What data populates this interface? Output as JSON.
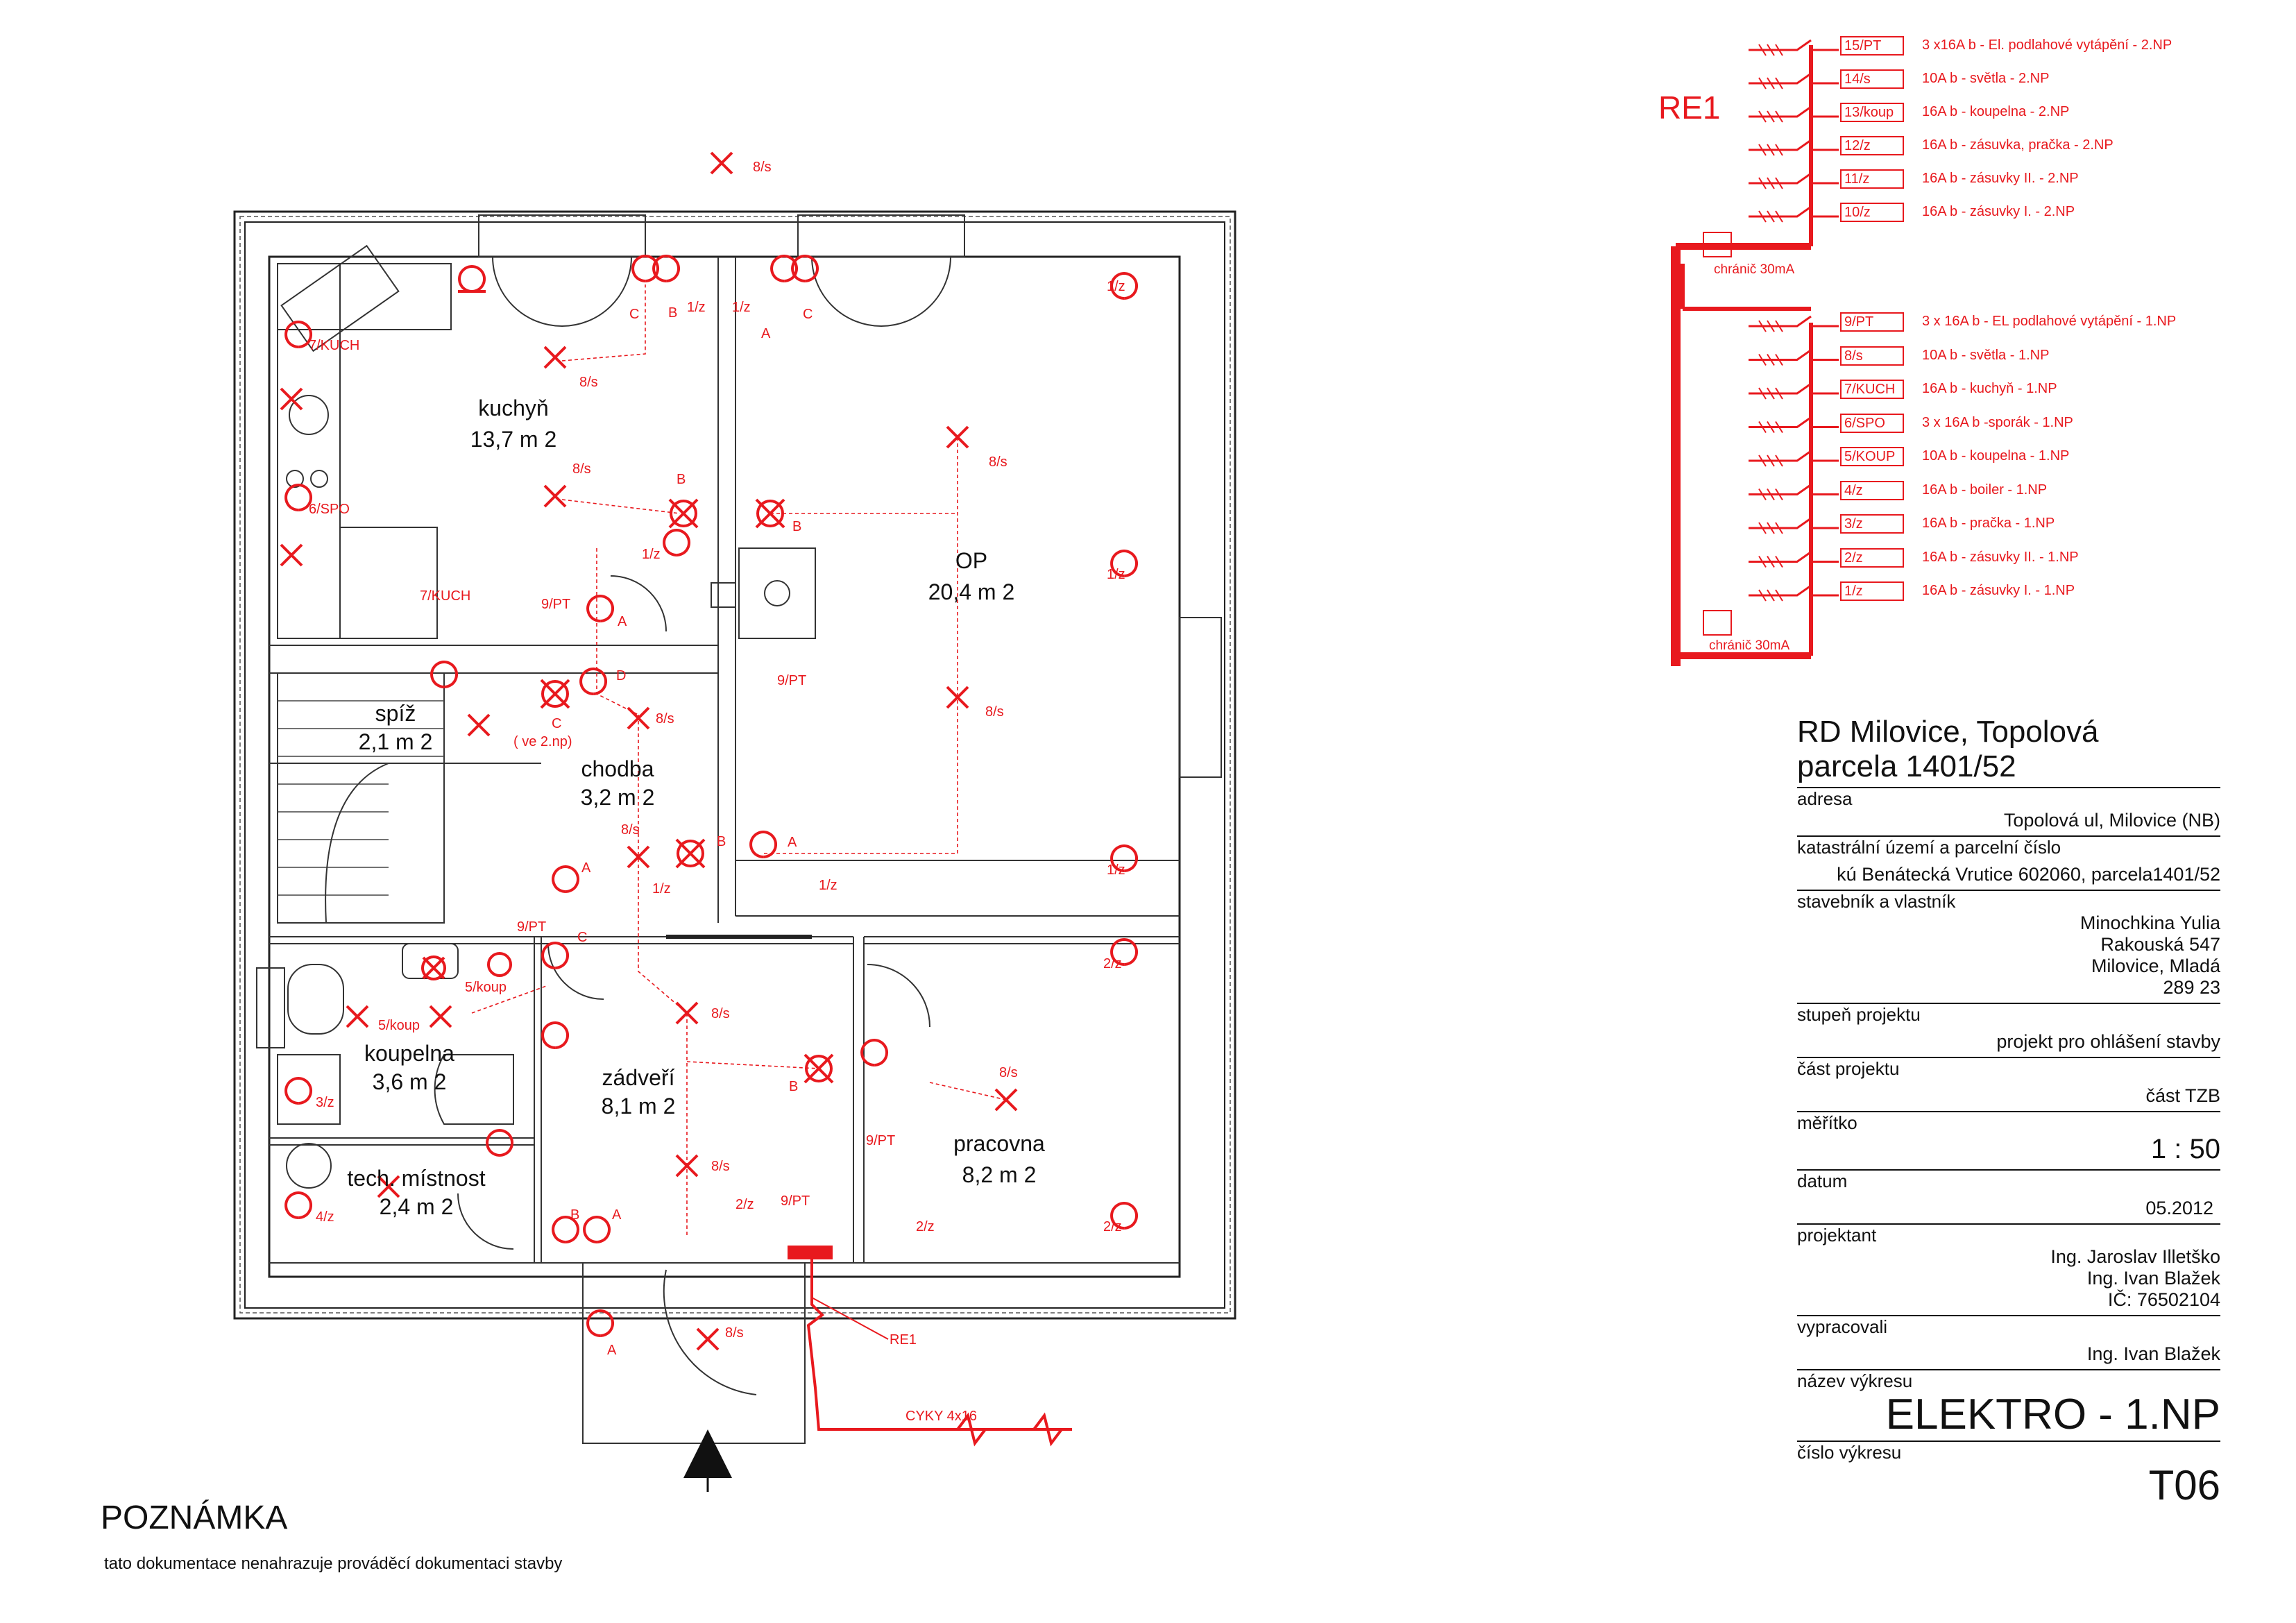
{
  "rooms": [
    {
      "id": "kuchyn",
      "name": "kuchyň",
      "area": "13,7  m 2"
    },
    {
      "id": "op",
      "name": "OP",
      "area": "20,4  m 2"
    },
    {
      "id": "spiz",
      "name": "spíž",
      "area": "2,1 m 2"
    },
    {
      "id": "chodba",
      "name": "chodba",
      "area": "3,2  m 2"
    },
    {
      "id": "koupelna",
      "name": "koupelna",
      "area": "3,6  m 2"
    },
    {
      "id": "zadveri",
      "name": "zádveří",
      "area": "8,1  m 2"
    },
    {
      "id": "tech",
      "name": "tech. místnost",
      "area": "2,4  m 2"
    },
    {
      "id": "pracovna",
      "name": "pracovna",
      "area": "8,2  m 2"
    }
  ],
  "plan_labels": {
    "l8s": "8/s",
    "l1z": "1/z",
    "l2z": "2/z",
    "l3z": "3/z",
    "l4z": "4/z",
    "l7kuch": "7/KUCH",
    "l6spo": "6/SPO",
    "l9pt": "9/PT",
    "l5koup": "5/koup",
    "A": "A",
    "B": "B",
    "C": "C",
    "D": "D",
    "ve2np": "( ve 2.np)",
    "re1": "RE1",
    "cyky": "CYKY 4x16"
  },
  "distribution_board": {
    "title": "RE1",
    "rcd_label": "chránič 30mA",
    "upper": [
      {
        "code": "15/PT",
        "desc": "3 x16A b - El. podlahové vytápění - 2.NP"
      },
      {
        "code": "14/s",
        "desc": "10A b - světla - 2.NP"
      },
      {
        "code": "13/koup",
        "desc": "16A b - koupelna - 2.NP"
      },
      {
        "code": "12/z",
        "desc": "16A b - zásuvka, pračka - 2.NP"
      },
      {
        "code": "11/z",
        "desc": "16A b - zásuvky II. - 2.NP"
      },
      {
        "code": "10/z",
        "desc": "16A b - zásuvky I.  - 2.NP"
      }
    ],
    "lower": [
      {
        "code": "9/PT",
        "desc": "3 x 16A b - EL podlahové vytápění  - 1.NP"
      },
      {
        "code": "8/s",
        "desc": "10A b - světla - 1.NP"
      },
      {
        "code": "7/KUCH",
        "desc": "16A b - kuchyň - 1.NP"
      },
      {
        "code": "6/SPO",
        "desc": "3 x 16A b -sporák - 1.NP"
      },
      {
        "code": "5/KOUP",
        "desc": "10A b - koupelna - 1.NP"
      },
      {
        "code": "4/z",
        "desc": "16A b - boiler - 1.NP"
      },
      {
        "code": "3/z",
        "desc": "16A b - pračka - 1.NP"
      },
      {
        "code": "2/z",
        "desc": "16A b - zásuvky II. - 1.NP"
      },
      {
        "code": "1/z",
        "desc": "16A b - zásuvky I. - 1.NP"
      }
    ]
  },
  "title_block": {
    "project_title_1": "RD Milovice, Topolová",
    "project_title_2": "parcela 1401/52",
    "adresa_label": "adresa",
    "adresa": "Topolová ul, Milovice (NB)",
    "katastr_label": "katastrální území a parcelní číslo",
    "katastr": "kú Benátecká Vrutice 602060, parcela1401/52",
    "investor_label": "stavebník a vlastník",
    "investor": [
      "Minochkina Yulia",
      "Rakouská 547",
      "Milovice, Mladá",
      "289 23"
    ],
    "stupen_label": "stupeň projektu",
    "stupen": "projekt pro ohlášení stavby",
    "cast_label": "část projektu",
    "cast": "část TZB",
    "meritko_label": "měřítko",
    "meritko": "1 : 50",
    "datum_label": "datum",
    "datum": "05.2012",
    "projektant_label": "projektant",
    "projektant": [
      "Ing. Jaroslav Illetško",
      "Ing. Ivan Blažek",
      "IČ: 76502104"
    ],
    "vypracoval_label": "vypracovali",
    "vypracoval": "Ing. Ivan Blažek",
    "nazev_label": "název výkresu",
    "nazev": "ELEKTRO - 1.NP",
    "cislo_label": "číslo výkresu",
    "cislo": "T06"
  },
  "note": {
    "title": "POZNÁMKA",
    "text": "tato dokumentace nenahrazuje prováděcí dokumentaci stavby"
  },
  "colors": {
    "accent": "#e8191e",
    "lines": "#222222"
  }
}
